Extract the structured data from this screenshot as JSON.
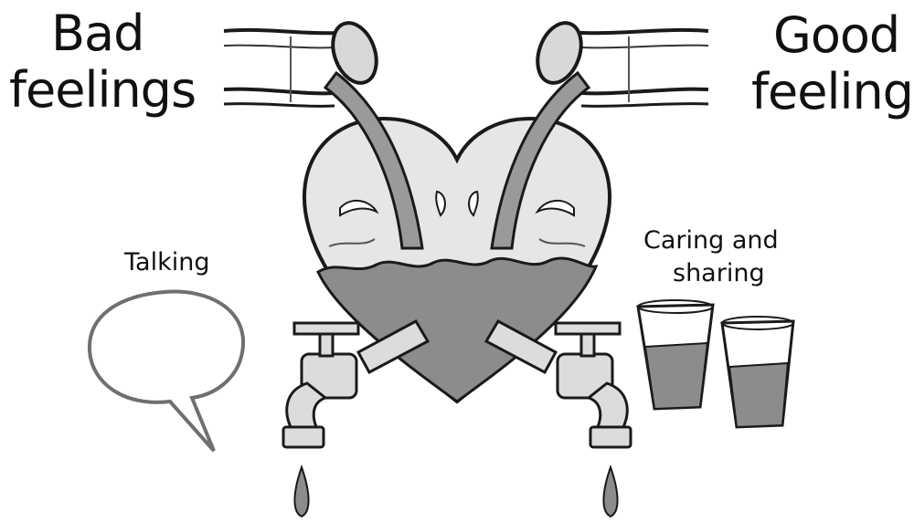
{
  "labels": {
    "bad_line1": "Bad",
    "bad_line2": "feelings",
    "good_line1": "Good",
    "good_line2": "feelings",
    "talking": "Talking",
    "caring_line1": "Caring and",
    "caring_line2": "sharing"
  },
  "colors": {
    "ink": "#1a1a1a",
    "heart_fill": "#e6e6e6",
    "water": "#8c8c8c",
    "pipe": "#c9c9c9",
    "bubble_stroke": "#6f6f6f"
  }
}
